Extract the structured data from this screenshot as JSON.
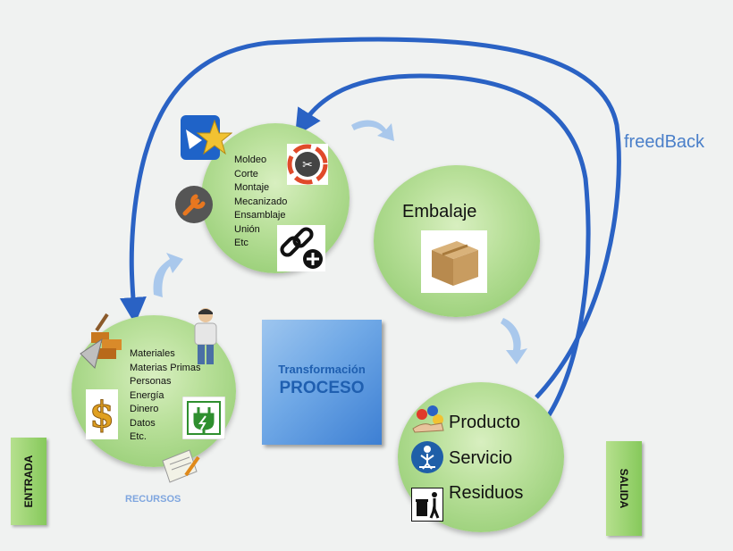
{
  "recursos": {
    "items": [
      "Materiales",
      "Materias Primas",
      "Personas",
      "Energía",
      "Dinero",
      "Datos",
      "Etc."
    ],
    "label": "RECURSOS"
  },
  "operaciones": {
    "items": [
      "Moldeo",
      "Corte",
      "Montaje",
      "Mecanizado",
      "Ensamblaje",
      "Unión",
      "Etc"
    ]
  },
  "embalaje": {
    "title": "Embalaje"
  },
  "proceso": {
    "line1": "Transformación",
    "line2": "PROCESO"
  },
  "salidas": {
    "items": [
      "Producto",
      "Servicio",
      "Residuos"
    ]
  },
  "feedback": {
    "label": "freedBack"
  },
  "entrada": {
    "label": "ENTRADA"
  },
  "salida": {
    "label": "SALIDA"
  },
  "colors": {
    "arrow_blue": "#2a62c4",
    "circle_green": "#a9d98a",
    "process_blue": "#5b97df",
    "bar_green": "#9fd676",
    "light_arrow": "#a9c8ec"
  },
  "icons": [
    "star-icon",
    "scissors-icon",
    "wrench-icon",
    "chain-link-icon",
    "trowel-bricks-icon",
    "person-icon",
    "dollar-icon",
    "plug-icon",
    "notepad-icon",
    "box-icon",
    "handshake-icon",
    "service-person-icon",
    "trash-icon"
  ]
}
